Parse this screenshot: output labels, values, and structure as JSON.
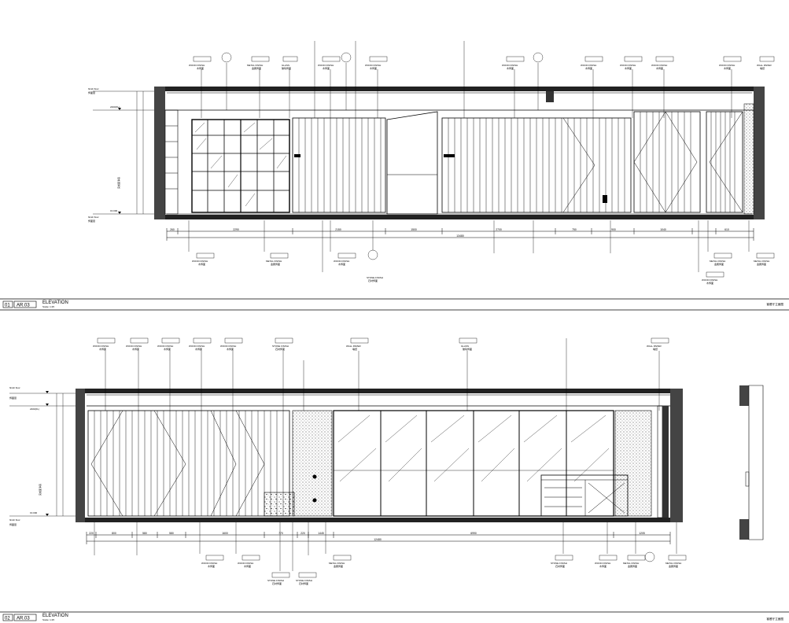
{
  "sheet": {
    "elevation_1": {
      "number": "01",
      "sheet": "AR.03",
      "title": "ELEVATION",
      "scale": "Scale: 1:25",
      "name_cn": "客餐厅立面图",
      "center_label": "",
      "dimensions": [
        "260",
        "2290",
        "2150",
        "1500",
        "2700",
        "750",
        "900",
        "1040",
        "610",
        "13480"
      ]
    },
    "elevation_2": {
      "number": "02",
      "sheet": "AR.03",
      "title": "ELEVATION",
      "scale": "Scale: 1:25",
      "name_cn": "客餐厅立面图",
      "center_label": "",
      "dimensions": [
        "220",
        "800",
        "580",
        "580",
        "1600",
        "770",
        "220",
        "1445",
        "6990",
        "1205",
        "12480"
      ]
    },
    "materials": {
      "wood": "WOOD FINISH",
      "wood_cn": "木饰面",
      "metal": "METAL FINISH",
      "metal_cn": "金属饰面",
      "stone": "STONE FINISH",
      "stone_cn": "石材饰面",
      "glass": "GLASS",
      "glass_cn": "玻璃饰面",
      "wallpaper": "WALL PAPER",
      "wallpaper_cn": "墙纸",
      "finish_floor": "finish floor",
      "finish_floor_cn": "饰面层",
      "height_note": "完成面净高",
      "level_2400": "2400(FL)",
      "level_0": "±0.000"
    },
    "colors": {
      "line": "#000000",
      "paper": "#ffffff",
      "hatch": "#555555"
    }
  }
}
